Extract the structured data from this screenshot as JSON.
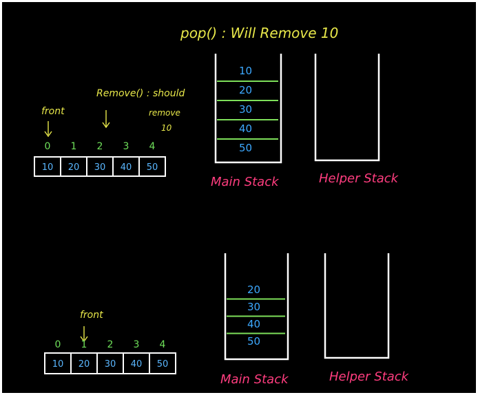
{
  "colors": {
    "background": "#000000",
    "yellow_note": "#e8e84a",
    "index_green": "#6fe05a",
    "value_blue": "#5ab7ff",
    "stack_divider_green": "#7ee05a",
    "stack_label_pink": "#ff3d7f",
    "outline_white": "#ffffff",
    "stack_value_blue": "#3da9ff"
  },
  "top_note": "pop() : Will Remove 10",
  "remove_note": {
    "line1": "Remove() : should",
    "line2": "remove",
    "line3": "10"
  },
  "array_top": {
    "front_label": "front",
    "indices": [
      "0",
      "1",
      "2",
      "3",
      "4"
    ],
    "values": [
      "10",
      "20",
      "30",
      "40",
      "50"
    ]
  },
  "array_bottom": {
    "front_label": "front",
    "indices": [
      "0",
      "1",
      "2",
      "3",
      "4"
    ],
    "values": [
      "10",
      "20",
      "30",
      "40",
      "50"
    ]
  },
  "main_stack_top": {
    "label": "Main Stack",
    "values": [
      "10",
      "20",
      "30",
      "40",
      "50"
    ]
  },
  "helper_stack_top": {
    "label": "Helper Stack"
  },
  "main_stack_bottom": {
    "label": "Main Stack",
    "values": [
      "20",
      "30",
      "40",
      "50"
    ]
  },
  "helper_stack_bottom": {
    "label": "Helper Stack"
  }
}
